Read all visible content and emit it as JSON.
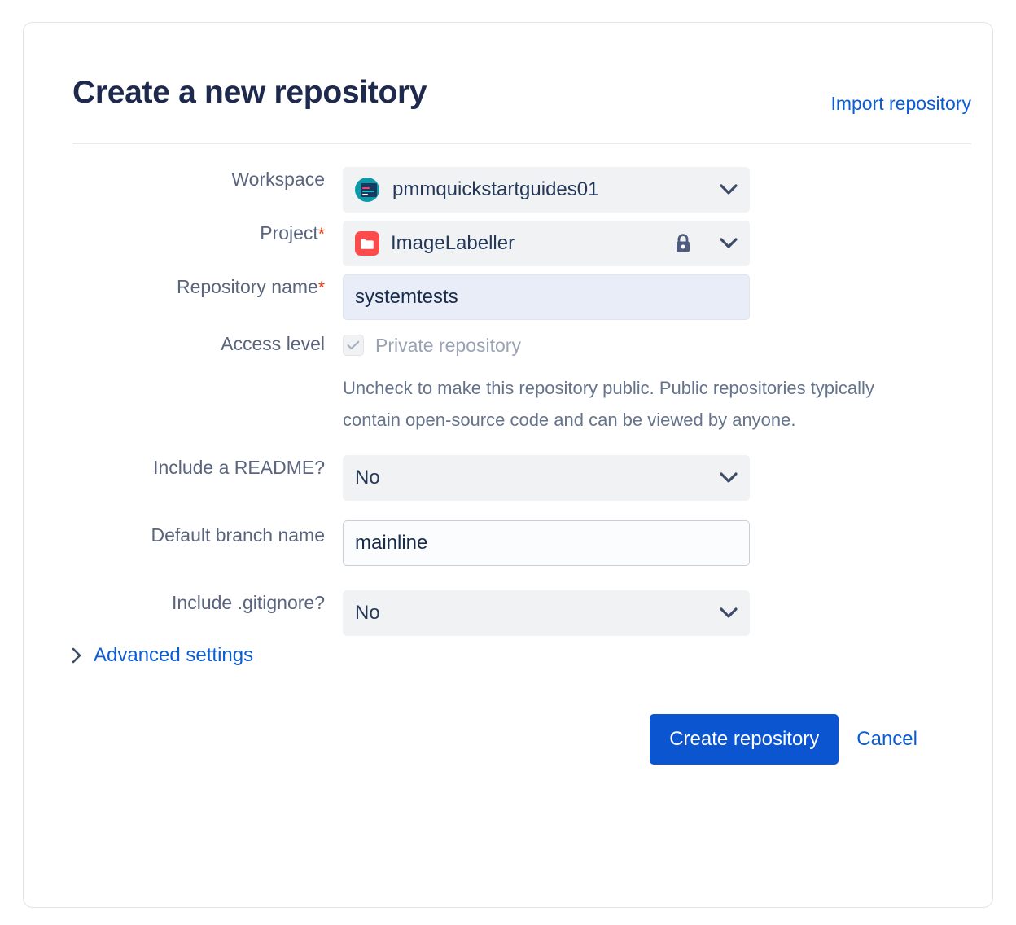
{
  "header": {
    "title": "Create a new repository",
    "import_link": "Import repository"
  },
  "form": {
    "workspace": {
      "label": "Workspace",
      "value": "pmmquickstartguides01",
      "avatar_icon": "workspace-avatar-icon",
      "chevron_icon": "chevron-down-icon"
    },
    "project": {
      "label": "Project",
      "required_marker": "*",
      "value": "ImageLabeller",
      "project_icon": "folder-icon",
      "lock_icon": "lock-icon",
      "chevron_icon": "chevron-down-icon"
    },
    "repository_name": {
      "label": "Repository name",
      "required_marker": "*",
      "value": "systemtests",
      "placeholder": ""
    },
    "access_level": {
      "label": "Access level",
      "checkbox_label": "Private repository",
      "checked": true,
      "check_icon": "check-icon",
      "help_text": "Uncheck to make this repository public. Public repositories typically contain open-source code and can be viewed by anyone."
    },
    "include_readme": {
      "label": "Include a README?",
      "value": "No",
      "chevron_icon": "chevron-down-icon"
    },
    "default_branch": {
      "label": "Default branch name",
      "value": "mainline",
      "placeholder": ""
    },
    "include_gitignore": {
      "label": "Include .gitignore?",
      "value": "No",
      "chevron_icon": "chevron-down-icon"
    },
    "advanced_settings": {
      "label": "Advanced settings",
      "arrow_icon": "chevron-right-icon"
    }
  },
  "footer": {
    "submit_label": "Create repository",
    "cancel_label": "Cancel"
  },
  "colors": {
    "primary_blue": "#0b55d0",
    "link_blue": "#0b5cd5",
    "title_navy": "#1d2a4d",
    "required_red": "#de350b",
    "project_icon_red": "#fb4b4b",
    "workspace_avatar_teal": "#0d9aa8",
    "field_grey": "#f1f2f4",
    "field_filled_blue": "#e9edf8"
  }
}
